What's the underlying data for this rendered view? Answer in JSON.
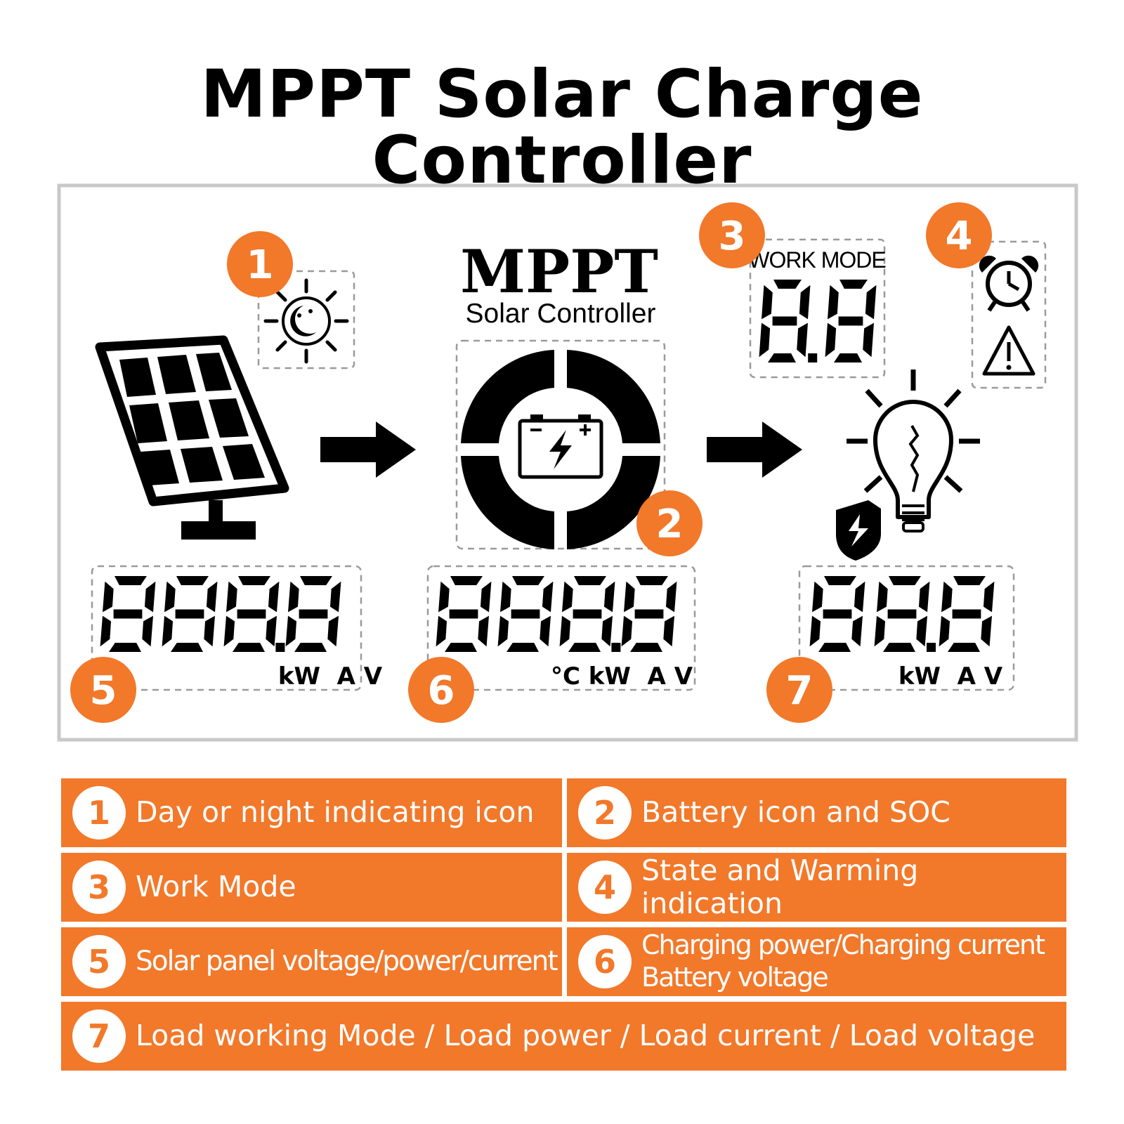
{
  "title": "MPPT Solar Charge Controller",
  "lcd": {
    "brand": "MPPT",
    "subtitle": "Solar Controller",
    "work_mode_label": "WORK MODE",
    "work_mode_digits": "8.8",
    "display_left": {
      "digits": "888.8",
      "units": "kW  A V"
    },
    "display_middle": {
      "digits": "888.8",
      "units": "°C kW  A V"
    },
    "display_right": {
      "digits": "88.8",
      "units": "kW  A V"
    },
    "badges": [
      "1",
      "2",
      "3",
      "4",
      "5",
      "6",
      "7"
    ]
  },
  "legend": [
    {
      "num": "1",
      "lines": [
        "Day or night indicating icon"
      ]
    },
    {
      "num": "2",
      "lines": [
        "Battery icon and SOC"
      ]
    },
    {
      "num": "3",
      "lines": [
        "Work Mode"
      ]
    },
    {
      "num": "4",
      "lines": [
        "State and Warming indication"
      ]
    },
    {
      "num": "5",
      "lines": [
        "Solar panel voltage/power/current"
      ]
    },
    {
      "num": "6",
      "lines": [
        "Charging power/Charging current",
        "Battery voltage"
      ]
    },
    {
      "num": "7",
      "lines": [
        "Load working Mode / Load power / Load current / Load voltage"
      ]
    }
  ],
  "colors": {
    "accent": "#f2782a",
    "frame": "#c8c8c8",
    "ink": "#000000"
  }
}
